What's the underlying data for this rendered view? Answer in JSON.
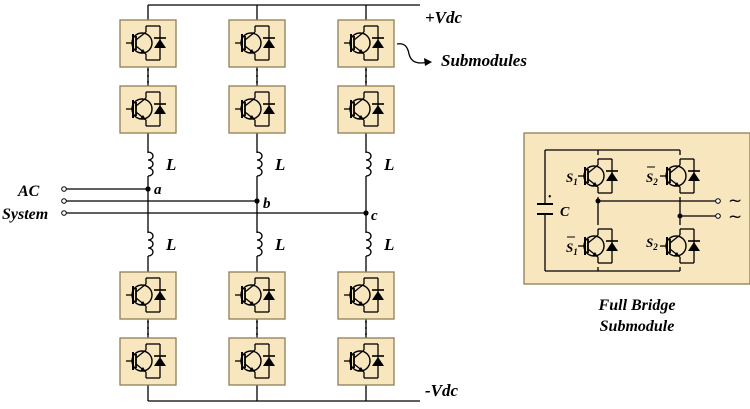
{
  "labels": {
    "pos_dc": "+Vdc",
    "neg_dc": "-Vdc",
    "submodules": "Submodules",
    "ac_line1": "AC",
    "ac_line2": "System",
    "inductor": "L",
    "phase_a": "a",
    "phase_b": "b",
    "phase_c": "c",
    "fb_caption_line1": "Full Bridge",
    "fb_caption_line2": "Submodule",
    "capacitor": "C",
    "s1": "S",
    "s2": "S",
    "sub1": "1",
    "sub2": "2",
    "tilde": "~"
  },
  "colors": {
    "submodule_fill": "#f8e6bf",
    "submodule_border": "#8f7d55",
    "wire": "#000000"
  }
}
